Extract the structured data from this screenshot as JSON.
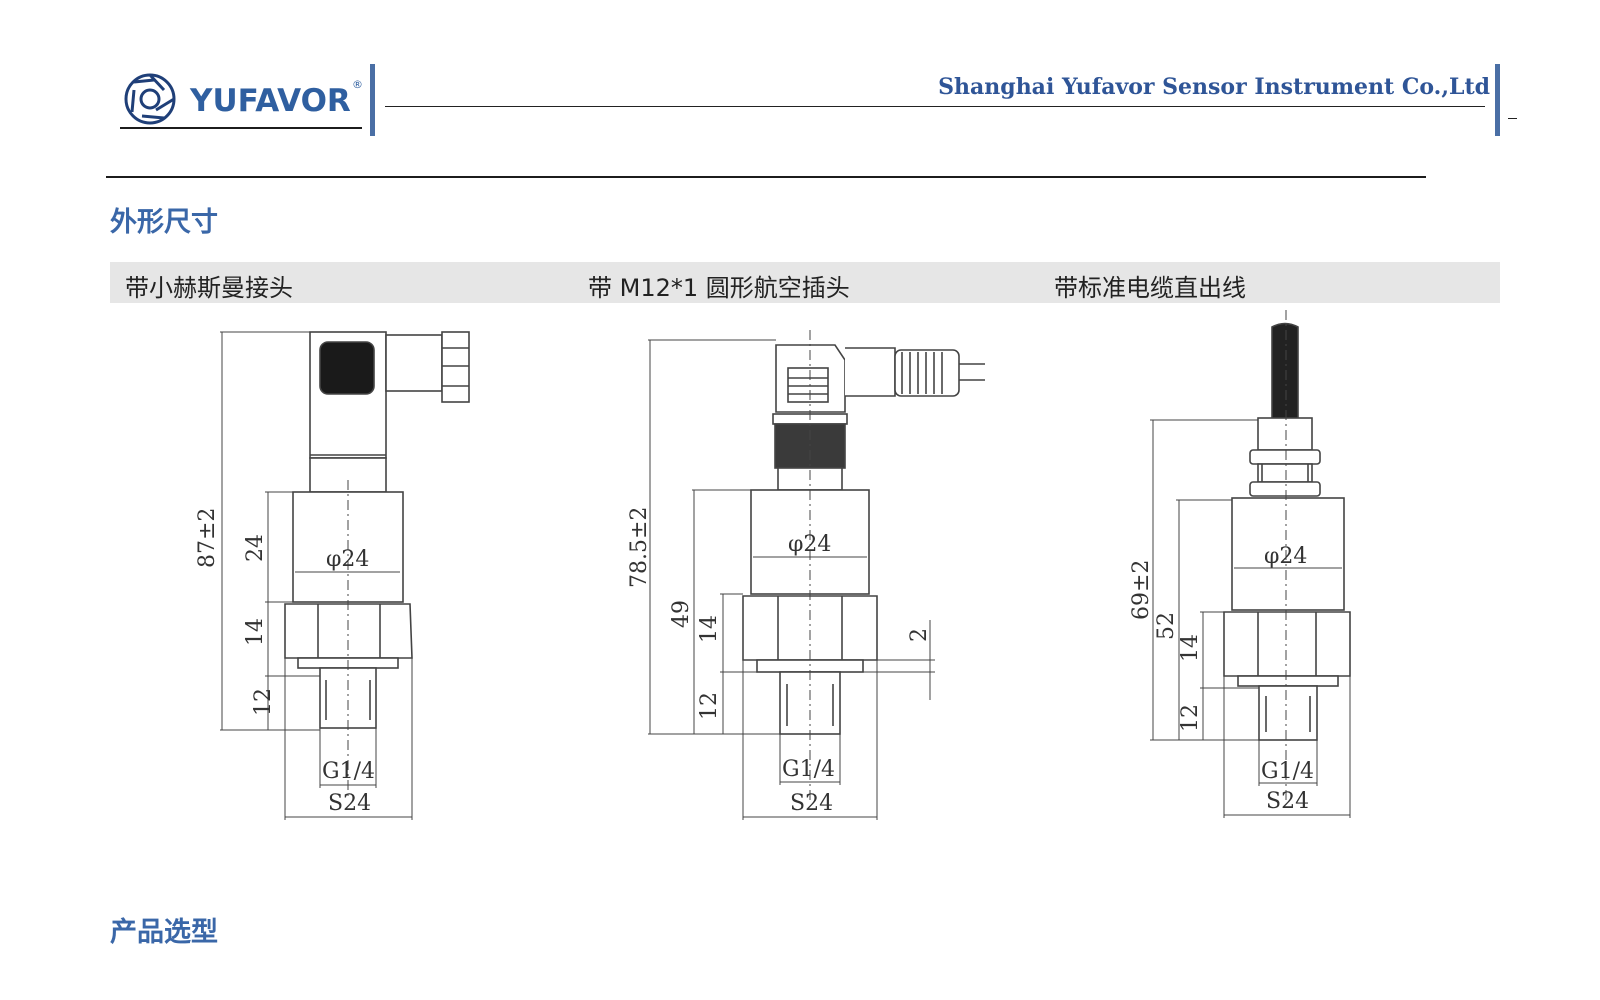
{
  "header": {
    "brand": "YUFAVOR",
    "registered_mark": "®",
    "company": "Shanghai Yufavor Sensor Instrument Co.,Ltd"
  },
  "sections": {
    "dimensions_title": "外形尺寸",
    "selection_title": "产品选型"
  },
  "variants": [
    {
      "label": "带小赫斯曼接头",
      "dims": {
        "total": "87±2",
        "body": "24",
        "hex": "14",
        "thread": "12",
        "diameter": "φ24",
        "thread_size": "G1/4",
        "hex_size": "S24"
      }
    },
    {
      "label": "带 M12*1 圆形航空插头",
      "dims": {
        "total": "78.5±2",
        "body": "49",
        "hex": "14",
        "thread": "12",
        "gap": "2",
        "diameter": "φ24",
        "thread_size": "G1/4",
        "hex_size": "S24"
      }
    },
    {
      "label": "带标准电缆直出线",
      "dims": {
        "total": "69±2",
        "body": "52",
        "hex": "14",
        "thread": "12",
        "diameter": "φ24",
        "thread_size": "G1/4",
        "hex_size": "S24"
      }
    }
  ],
  "colors": {
    "accent_blue": "#2f5597",
    "title_blue": "#3a67a8",
    "label_bar": "#e6e6e6"
  }
}
